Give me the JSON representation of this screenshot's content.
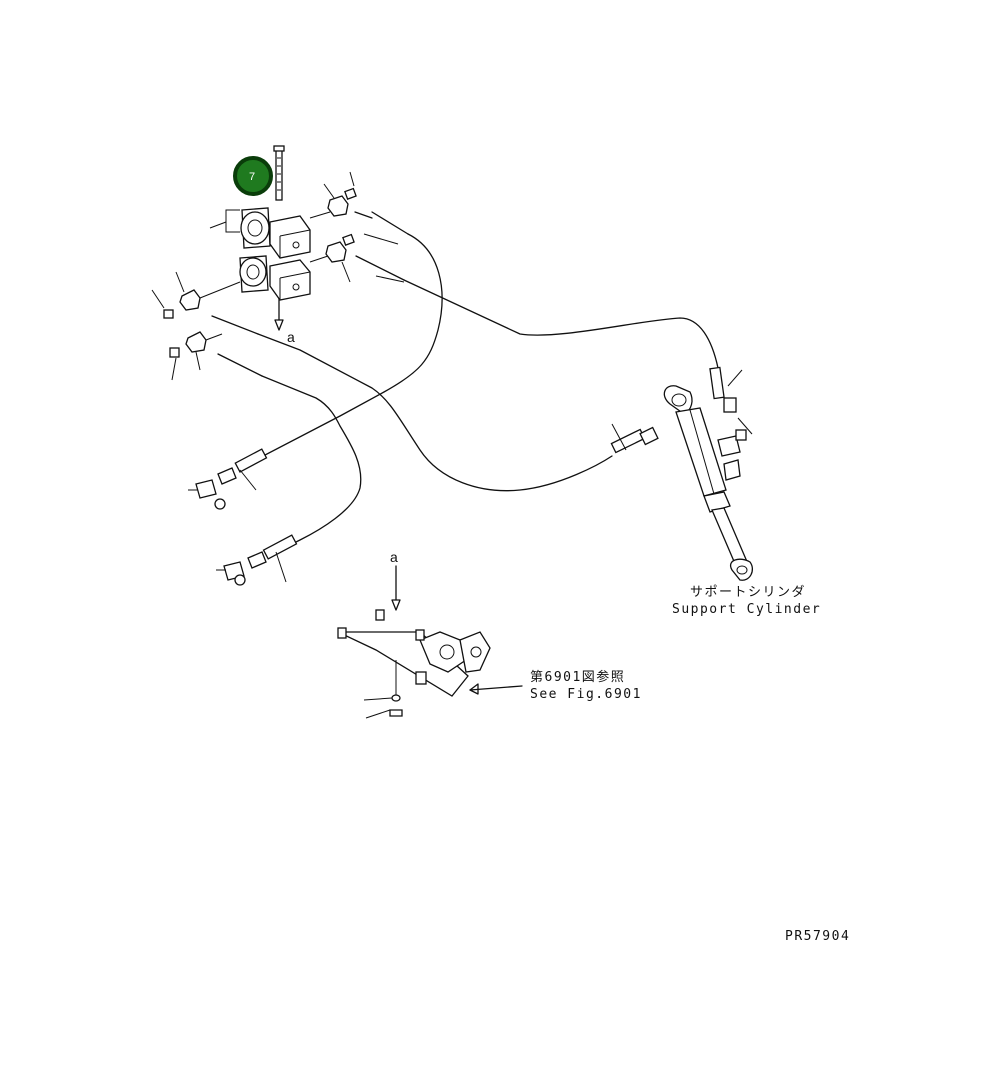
{
  "callout": {
    "number": "7",
    "fill_color": "#1f7a1f",
    "ring_color": "#0a3d0a"
  },
  "reference_marks": {
    "top_marker": "a",
    "bottom_marker": "a"
  },
  "cylinder_label": {
    "japanese": "サポートシリンダ",
    "english": "Support Cylinder"
  },
  "figure_reference": {
    "japanese": "第6901図参照",
    "english": "See Fig.6901"
  },
  "drawing_number": "PR57904"
}
